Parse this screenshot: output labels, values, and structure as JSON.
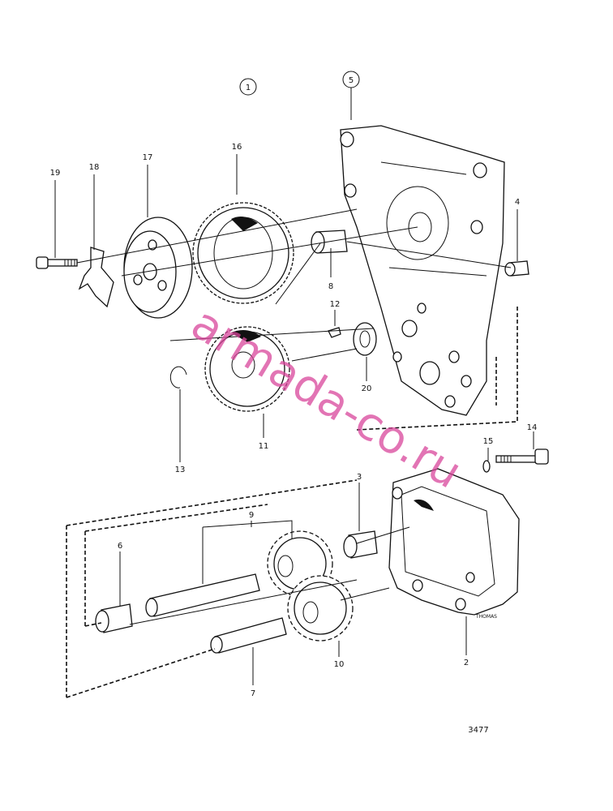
{
  "callouts": {
    "c1": "1",
    "c2": "2",
    "c3": "3",
    "c4": "4",
    "c5": "5",
    "c6": "6",
    "c7": "7",
    "c8": "8",
    "c9": "9",
    "c10": "10",
    "c11": "11",
    "c12": "12",
    "c13": "13",
    "c14": "14",
    "c15": "15",
    "c16": "16",
    "c17": "17",
    "c18": "18",
    "c19": "19",
    "c20": "20"
  },
  "drawing_number": "3477",
  "artist_mark": "THOMAS",
  "watermark": "armada-co.ru",
  "colors": {
    "watermark": "#d9469b",
    "ink": "#111111"
  }
}
